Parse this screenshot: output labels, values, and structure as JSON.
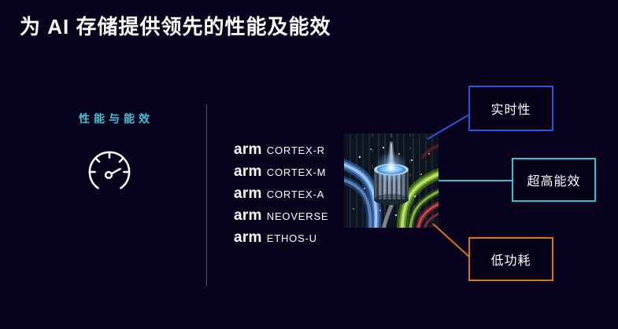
{
  "title": "为 AI 存储提供领先的性能及能效",
  "left_panel": {
    "heading": "性能与能效",
    "icon": "speedometer-icon",
    "heading_color": "#41c4d5"
  },
  "products": {
    "items": [
      {
        "brand": "arm",
        "name": "CORTEX-R"
      },
      {
        "brand": "arm",
        "name": "CORTEX-M"
      },
      {
        "brand": "arm",
        "name": "CORTEX-A"
      },
      {
        "brand": "arm",
        "name": "NEOVERSE"
      },
      {
        "brand": "arm",
        "name": "ETHOS-U"
      }
    ]
  },
  "illustration": {
    "icon": "ai-data-storage-cylinder-illustration"
  },
  "callouts": [
    {
      "label": "实时性",
      "color": "#2456d8"
    },
    {
      "label": "超高能效",
      "color": "#35c0d0"
    },
    {
      "label": "低功耗",
      "color": "#d8731e"
    }
  ],
  "colors": {
    "background": "#08021c",
    "title_text": "#ffffff",
    "divider": "#554f6e",
    "accent_cyan": "#41c4d5",
    "realtime_blue": "#2456d8",
    "efficiency_teal": "#35c0d0",
    "lowpower_orange": "#d8731e"
  }
}
